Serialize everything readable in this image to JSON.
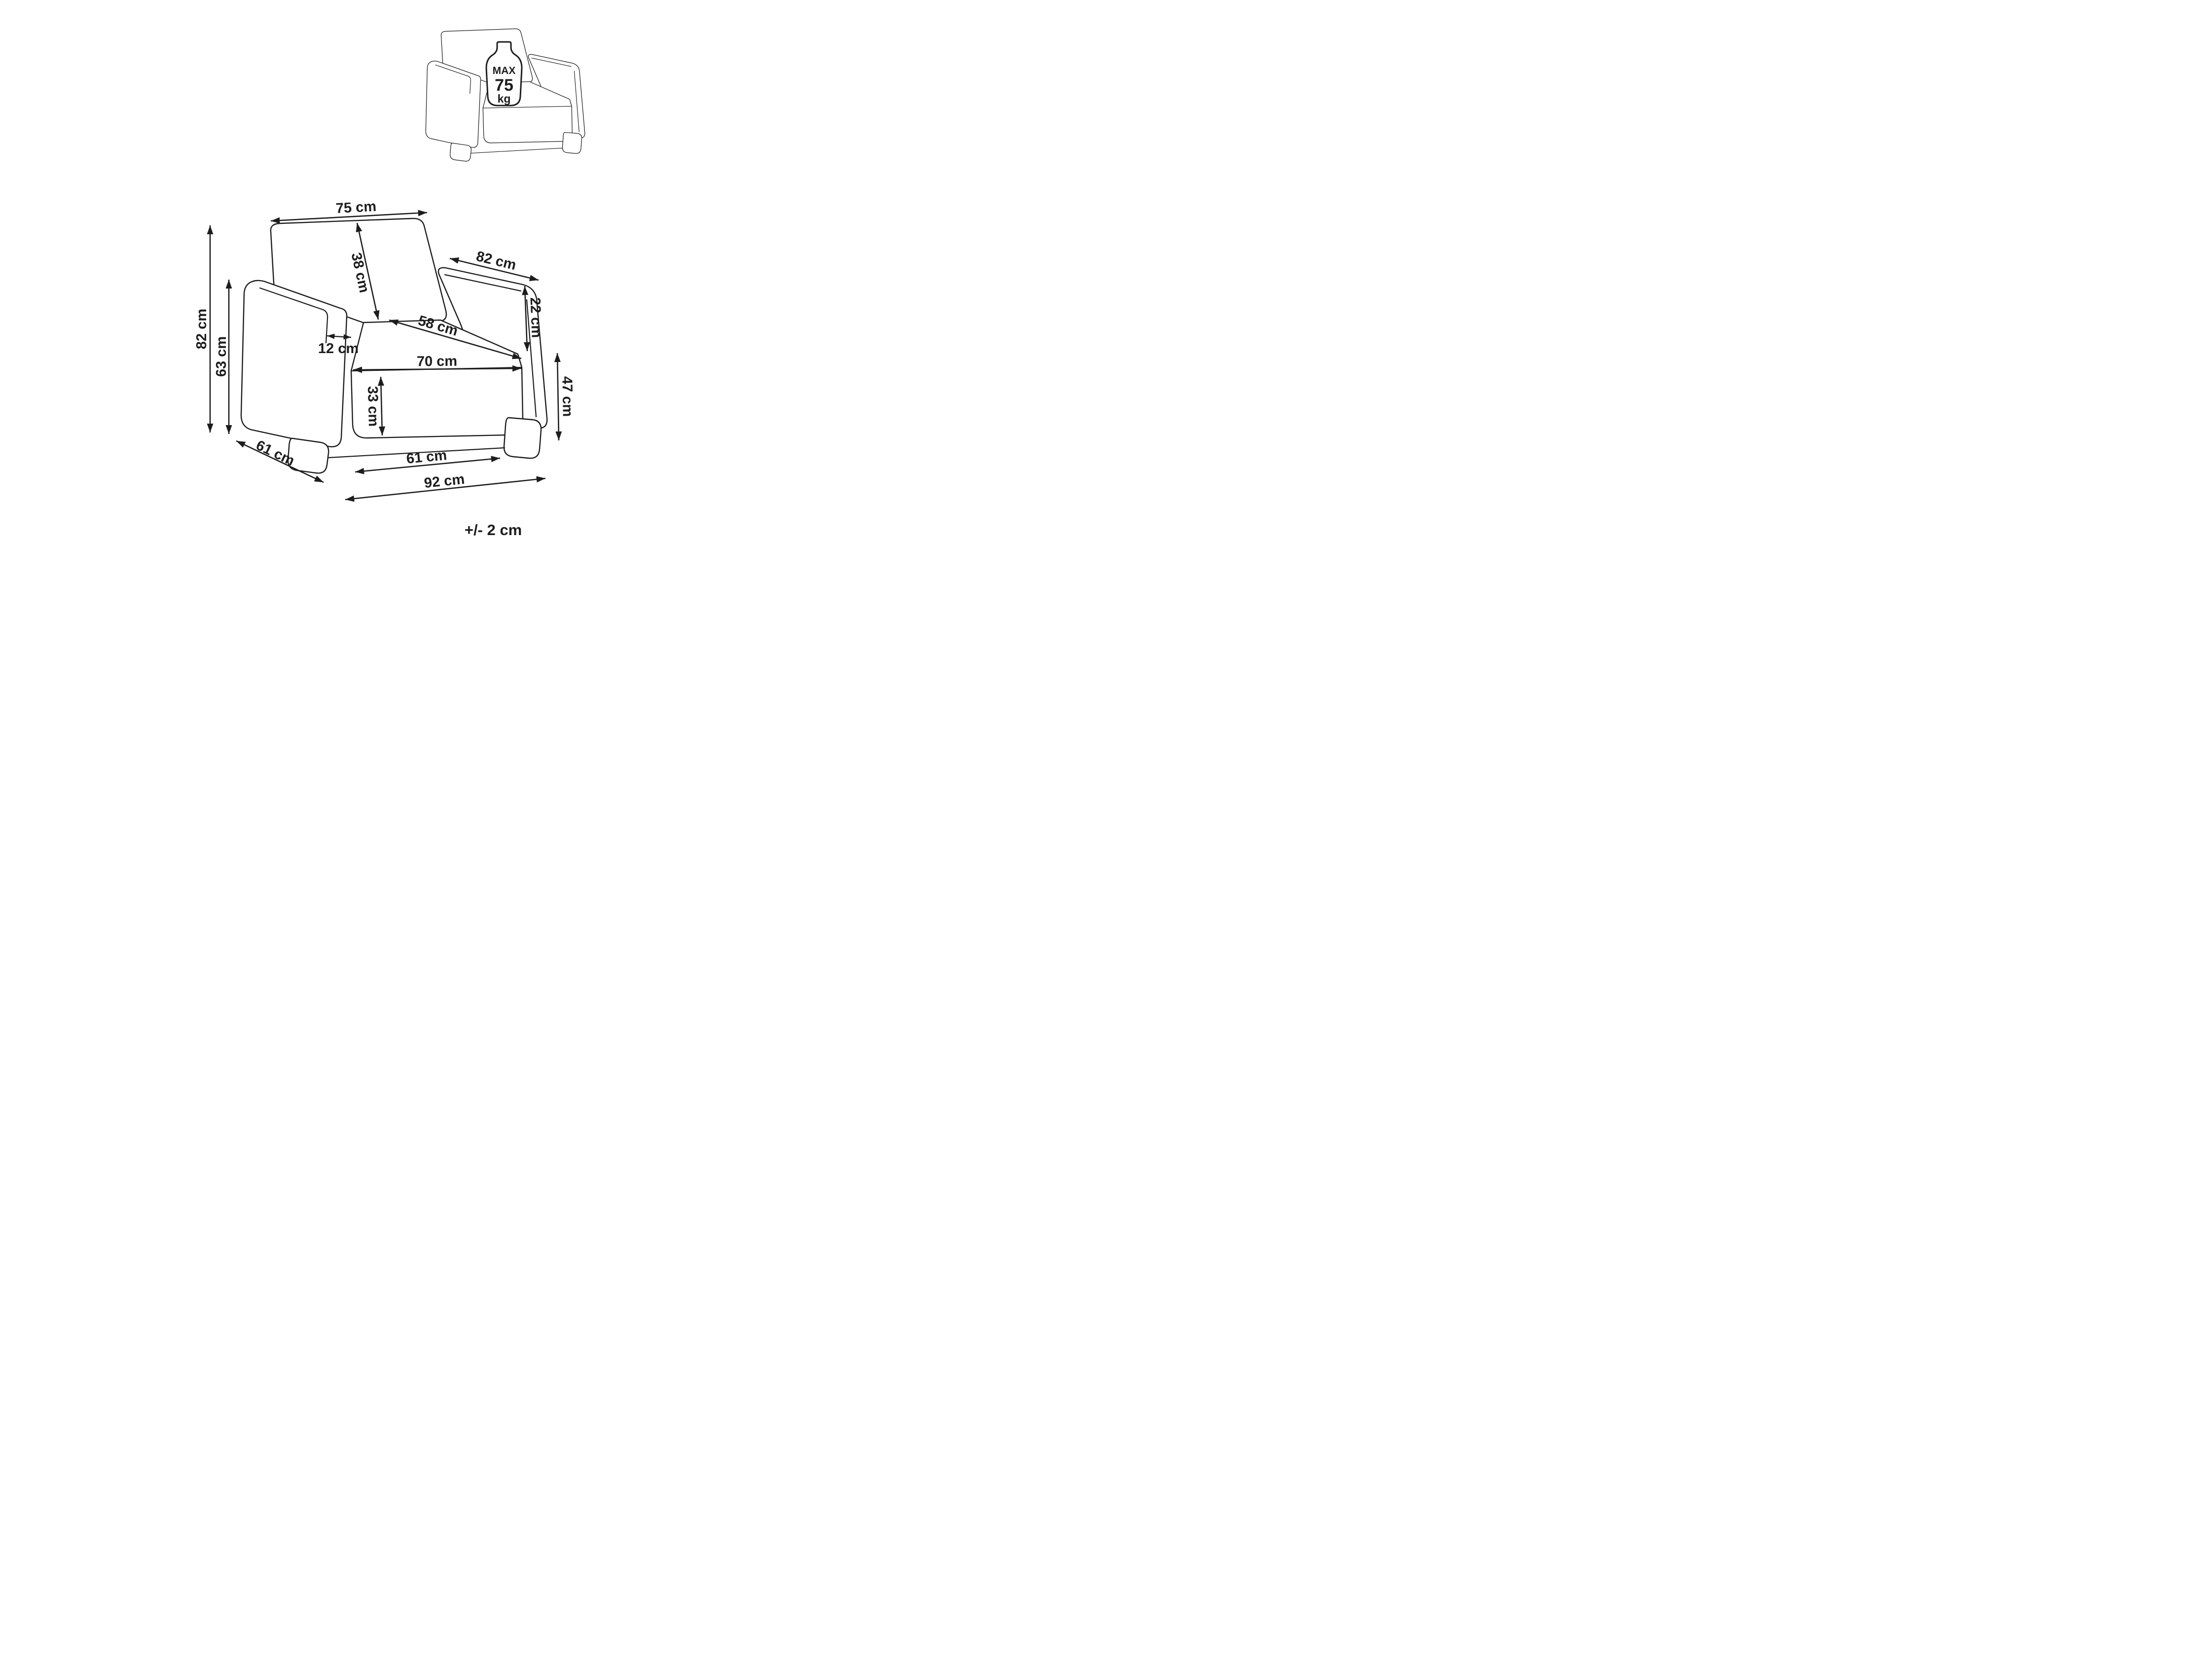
{
  "diagram": {
    "title": "armchair-dimension-diagram",
    "tolerance": "+/- 2 cm",
    "weight_limit": {
      "max_label": "MAX",
      "value": "75",
      "unit": "kg"
    },
    "dimensions": {
      "back_top_width": "75 cm",
      "backrest_height": "38 cm",
      "armrest_depth": "82 cm",
      "armrest_height": "22 cm",
      "seat_depth": "58 cm",
      "armrest_width": "12 cm",
      "seat_width": "70 cm",
      "seat_height": "33 cm",
      "front_height": "47 cm",
      "total_height": "82 cm",
      "inner_height": "63 cm",
      "base_depth": "61 cm",
      "base_width": "61 cm",
      "total_width": "92 cm"
    },
    "colors": {
      "line": "#1d1d1b",
      "background": "#ffffff"
    }
  }
}
